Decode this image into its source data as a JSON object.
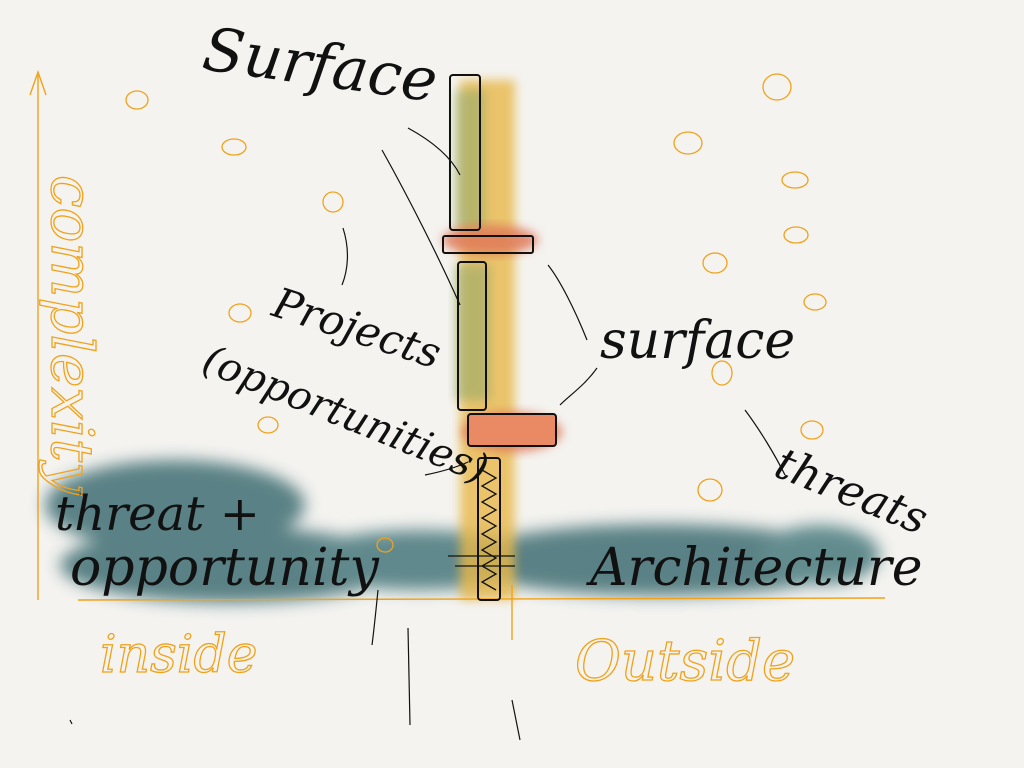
{
  "diagram": {
    "labels": {
      "surface_top": "Surface",
      "surface_right": "surface",
      "projects": "Projects",
      "opportunities": "(opportunities)",
      "threat_plus": "threat +",
      "opportunity": "opportunity",
      "architecture": "Architecture",
      "threats": "threats",
      "complexity": "complexity",
      "inside": "inside",
      "outside": "Outside"
    },
    "colors": {
      "background": "#f4f3f0",
      "ink": "#111111",
      "axis_orange": "#f0a21a",
      "teal_wash": "#3f6e73",
      "yellow_column": "#e8b84a",
      "green_wash": "#8fa86a",
      "red_band": "#e07a5a"
    }
  }
}
